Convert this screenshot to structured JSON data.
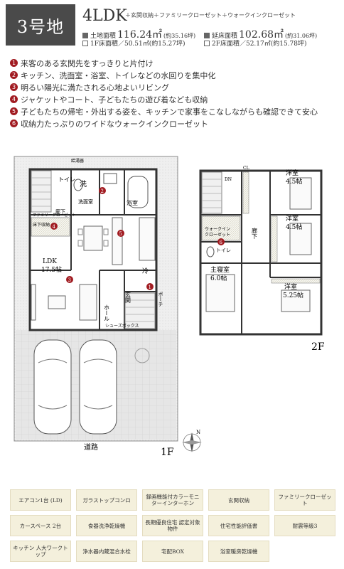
{
  "header": {
    "lot": "3号地",
    "plan_type": "4LDK",
    "extras": "＋玄関収納＋ファミリークローゼット＋ウォークインクローゼット",
    "land_label": "土地面積",
    "land_value": "116.24㎡",
    "land_tsubo": "(約35.16坪)",
    "floor_label": "延床面積",
    "floor_value": "102.68㎡",
    "floor_tsubo": "(約31.06坪)",
    "f1_text": "1F床面積／50.51㎡(約15.27坪)",
    "f2_text": "2F床面積／52.17㎡(約15.78坪)"
  },
  "features": [
    {
      "num": "1",
      "text": "来客のある玄関先をすっきりと片付け"
    },
    {
      "num": "2",
      "text": "キッチン、洗面室・浴室、トイレなどの水回りを集中化"
    },
    {
      "num": "3",
      "text": "明るい陽光に満たされる心地よいリビング"
    },
    {
      "num": "4",
      "text": "ジャケットやコート、子どもたちの遊び着なども収納"
    },
    {
      "num": "5",
      "text": "子どもたちの帰宅・外出する姿を、キッチンで家事をこなしながらも確認できて安心"
    },
    {
      "num": "6",
      "text": "収納力たっぷりのワイドなウォークインクローゼット"
    }
  ],
  "floor1": {
    "label": "1F",
    "road": "道路",
    "rooms": {
      "ldk": "LDK",
      "ldk_size": "17.5帖",
      "bath": "浴室",
      "washroom": "洗面室",
      "wash": "洗",
      "toilet": "トイレ",
      "hall": "廊下",
      "family_closet": "ファミリークローゼット",
      "entry_storage": "床下収納",
      "home_hall": "ホール",
      "entrance": "玄関",
      "shoes_box": "シューズボックス",
      "porch": "ポーチ",
      "fridge": "冷",
      "water": "給湯器"
    }
  },
  "floor2": {
    "label": "2F",
    "rooms": {
      "room_a": "洋室",
      "room_a_size": "4.5帖",
      "room_b": "洋室",
      "room_b_size": "4.5帖",
      "master": "主寝室",
      "master_size": "6.0帖",
      "room_c": "洋室",
      "room_c_size": "5.25帖",
      "wic": "ウォークイン",
      "wic2": "クローゼット",
      "corridor": "廊下",
      "toilet": "トイレ",
      "cl": "CL",
      "up": "DN"
    }
  },
  "compass": {
    "label": "N"
  },
  "equipment": [
    "エアコン1台 (LD)",
    "ガラストップコンロ",
    "録画機能付カラーモニターインターホン",
    "玄関収納",
    "ファミリークローゼット",
    "カースペース 2台",
    "食器洗浄乾燥機",
    "長期優良住宅 認定対象物件",
    "住宅性能評価書",
    "耐震等級3",
    "キッチン 人大ワークトップ",
    "浄水器内蔵混合水栓",
    "宅配BOX",
    "浴室暖房乾燥機"
  ],
  "colors": {
    "badge": "#4a4a4a",
    "accent": "#a11b21",
    "equip_bg": "#f4f0dc",
    "wall": "#333333"
  }
}
